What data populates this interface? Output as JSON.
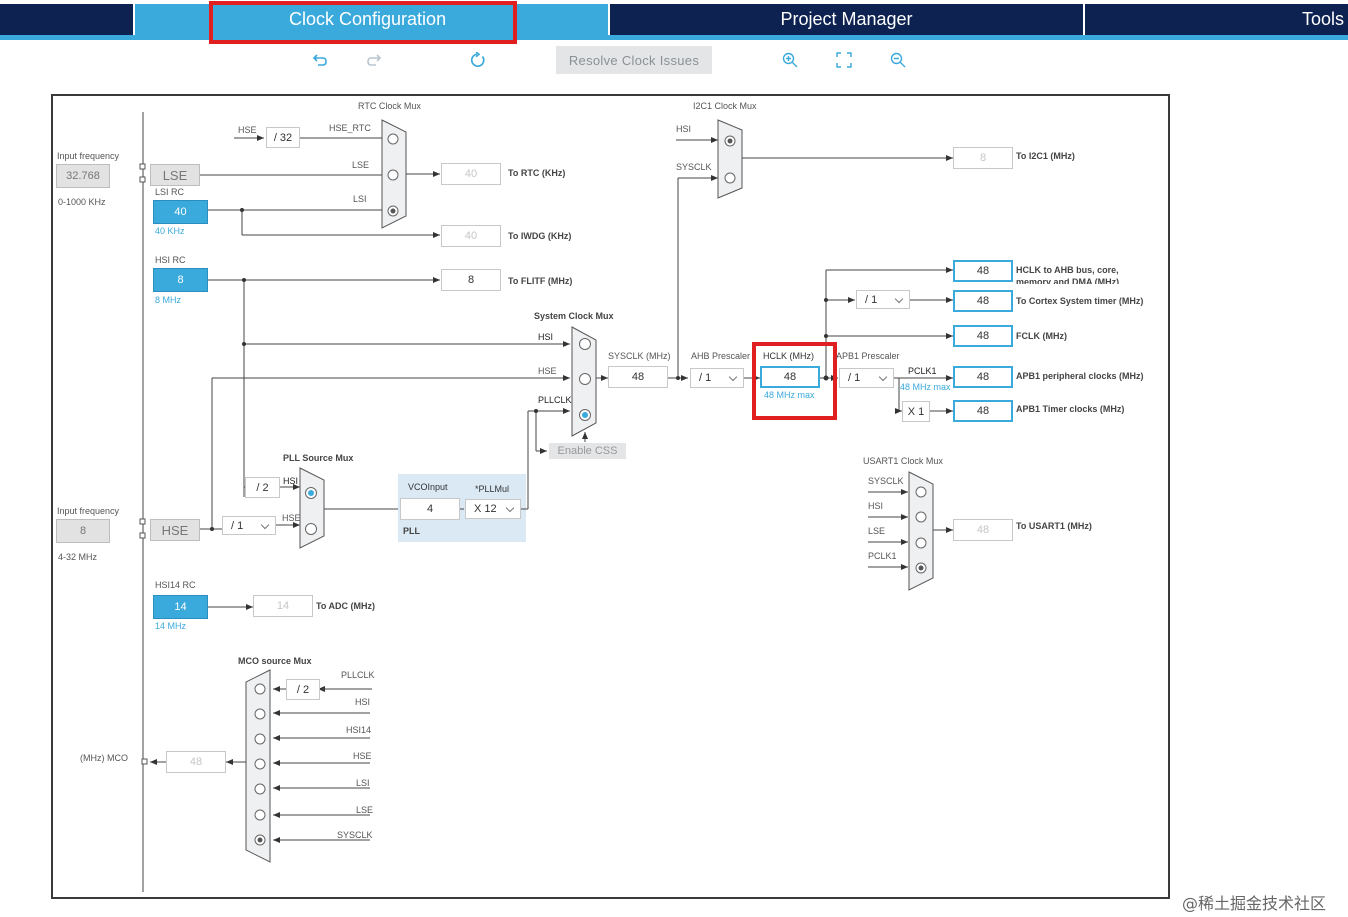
{
  "tabs": {
    "clock": "Clock Configuration",
    "project": "Project Manager",
    "tools": "Tools"
  },
  "toolbar": {
    "resolve": "Resolve Clock Issues",
    "icons": [
      "undo-icon",
      "redo-icon",
      "refresh-icon",
      "zoom-in-icon",
      "fit-screen-icon",
      "zoom-out-icon"
    ]
  },
  "left": {
    "input_freq_label": "Input frequency",
    "lse_freq": "32.768",
    "lse_range": "0-1000 KHz",
    "lse": "LSE",
    "lsirc_label": "LSI RC",
    "lsirc_value": "40",
    "lsirc_freq": "40 KHz",
    "hsirc_label": "HSI RC",
    "hsirc_value": "8",
    "hsirc_freq": "8 MHz",
    "hse_input_label": "Input frequency",
    "hse_freq": "8",
    "hse_range": "4-32 MHz",
    "hse": "HSE",
    "hsi14_label": "HSI14 RC",
    "hsi14_value": "14",
    "hsi14_freq": "14 MHz",
    "mco_label": "(MHz) MCO",
    "mco_value": "48"
  },
  "rtc": {
    "title": "RTC Clock Mux",
    "hse": "HSE",
    "div32": "/ 32",
    "hse_rtc": "HSE_RTC",
    "lse": "LSE",
    "lsi": "LSI",
    "rtc_value": "40",
    "rtc_label": "To RTC (KHz)",
    "iwdg_value": "40",
    "iwdg_label": "To IWDG (KHz)",
    "flitf_value": "8",
    "flitf_label": "To FLITF (MHz)"
  },
  "i2c": {
    "title": "I2C1 Clock Mux",
    "hsi": "HSI",
    "sysclk": "SYSCLK",
    "value": "8",
    "label": "To I2C1 (MHz)"
  },
  "sysmux": {
    "title": "System Clock Mux",
    "hsi": "HSI",
    "hse": "HSE",
    "pllclk": "PLLCLK",
    "enable_css": "Enable CSS"
  },
  "pll": {
    "src_title": "PLL Source Mux",
    "div2": "/ 2",
    "hsi": "HSI",
    "hse": "HSE",
    "prediv": "/ 1",
    "vco_label": "VCOInput",
    "vco_value": "4",
    "mul_label": "*PLLMul",
    "mul_value": "X 12",
    "pll_label": "PLL"
  },
  "bus": {
    "sysclk_label": "SYSCLK (MHz)",
    "sysclk_value": "48",
    "ahb_label": "AHB Prescaler",
    "ahb_value": "/ 1",
    "hclk_label": "HCLK (MHz)",
    "hclk_value": "48",
    "hclk_max": "48 MHz max",
    "apb1_label": "APB1 Prescaler",
    "apb1_value": "/ 1",
    "pclk1_label": "PCLK1",
    "pclk1_max": "48 MHz max",
    "cortex_div": "/ 1",
    "timer_mul": "X 1"
  },
  "outputs": [
    {
      "value": "48",
      "label": "HCLK to AHB bus, core, memory and DMA (MHz)"
    },
    {
      "value": "48",
      "label": "To Cortex System timer (MHz)"
    },
    {
      "value": "48",
      "label": "FCLK (MHz)"
    },
    {
      "value": "48",
      "label": "APB1 peripheral clocks (MHz)"
    },
    {
      "value": "48",
      "label": "APB1 Timer clocks (MHz)"
    }
  ],
  "usart": {
    "title": "USART1 Clock Mux",
    "sysclk": "SYSCLK",
    "hsi": "HSI",
    "lse": "LSE",
    "pclk1": "PCLK1",
    "value": "48",
    "label": "To USART1 (MHz)"
  },
  "adc": {
    "value": "14",
    "label": "To ADC (MHz)"
  },
  "mco": {
    "title": "MCO source Mux",
    "div2": "/ 2",
    "inputs": [
      "PLLCLK",
      "HSI",
      "HSI14",
      "HSE",
      "LSI",
      "LSE",
      "SYSCLK"
    ]
  },
  "watermark": "@稀土掘金技术社区"
}
